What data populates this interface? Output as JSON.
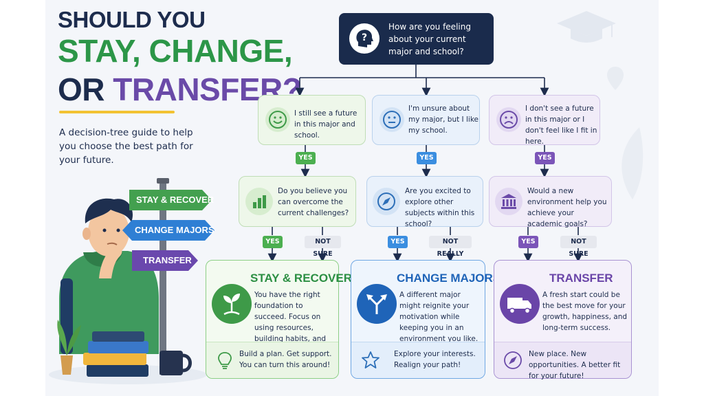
{
  "title": {
    "line1": "SHOULD YOU",
    "line2": "STAY, CHANGE,",
    "line3_part1": "OR ",
    "line3_part2": "TRANSFER?"
  },
  "subtitle": "A decision-tree guide to help you choose the best path for your future.",
  "signpost": {
    "sign1": "STAY & RECOVER",
    "sign2": "CHANGE MAJORS",
    "sign3": "TRANSFER"
  },
  "question_root": "How are you feeling about your current major and school?",
  "branches": [
    {
      "feeling": "I still see a future in this major and school.",
      "answer": "YES",
      "question": "Do you believe you can overcome the current challenges?",
      "option_yes": "YES",
      "option_alt": "NOT SURE",
      "icon": "smile-face-icon"
    },
    {
      "feeling": "I'm unsure about my major, but I like my school.",
      "answer": "YES",
      "question": "Are you excited to explore other subjects within this school?",
      "option_yes": "YES",
      "option_alt": "NOT REALLY",
      "icon": "neutral-face-icon"
    },
    {
      "feeling": "I don't see a future in this major or I don't feel like I fit in here.",
      "answer": "YES",
      "question": "Would a new environment help you achieve your academic goals?",
      "option_yes": "YES",
      "option_alt": "NOT SURE",
      "icon": "sad-face-icon"
    }
  ],
  "results": [
    {
      "title": "STAY & RECOVER",
      "body": "You have the right foundation to succeed. Focus on using resources, building habits, and giving yourself time.",
      "footer": "Build a plan. Get support. You can turn this around!",
      "color": "#2c8f43"
    },
    {
      "title": "CHANGE MAJORS",
      "body": "A different major might reignite your motivation while keeping you in an environment you like.",
      "footer": "Explore your interests. Realign your path!",
      "color": "#1f64b8"
    },
    {
      "title": "TRANSFER",
      "body": "A fresh start could be the best move for your growth, happiness, and long-term success.",
      "footer": "New place. New opportunities. A better fit for your future!",
      "color": "#6a45a8"
    }
  ],
  "colors": {
    "navy": "#1a2b4c",
    "green": "#2c9648",
    "blue": "#1f64b8",
    "purple": "#6a4aa8",
    "gold": "#f2c233"
  }
}
